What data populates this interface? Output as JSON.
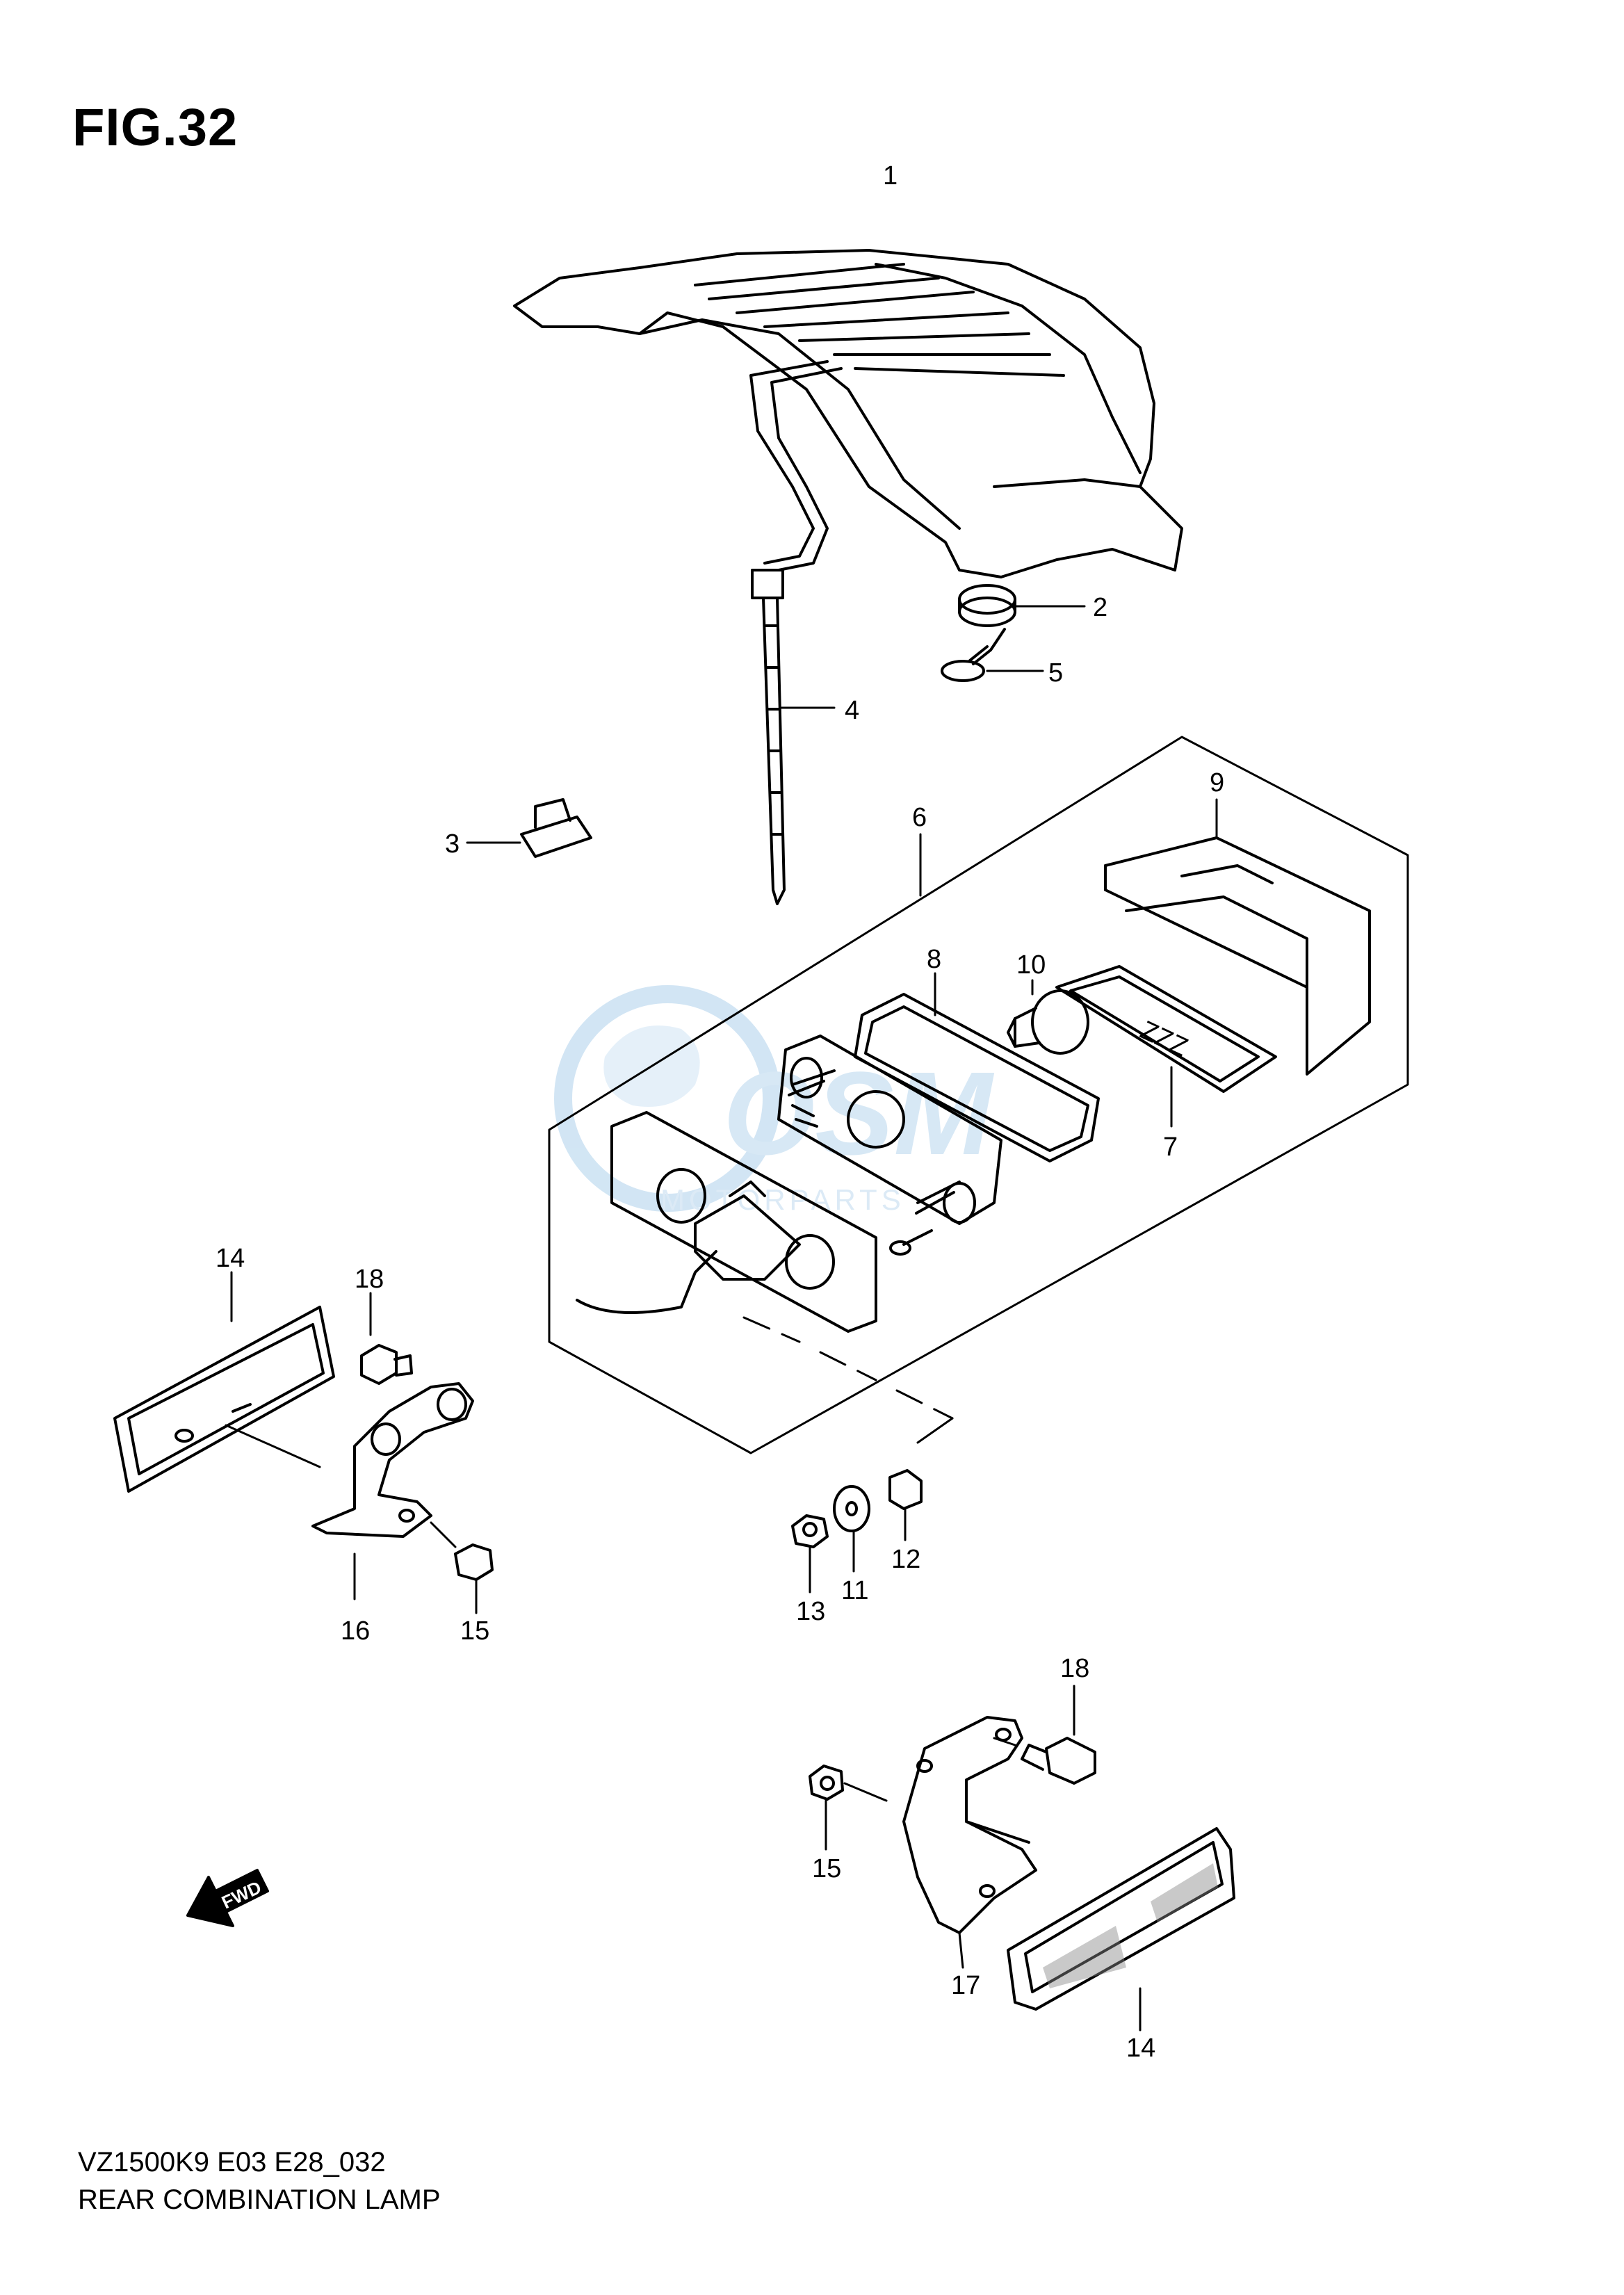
{
  "figure": {
    "title": "FIG.32",
    "model_code": "VZ1500K9 E03 E28_032",
    "caption": "REAR COMBINATION LAMP"
  },
  "watermark": {
    "text": "MOTORPARTS"
  },
  "fwd_label": "FWD",
  "callouts": [
    "1",
    "2",
    "3",
    "4",
    "5",
    "6",
    "7",
    "8",
    "9",
    "10",
    "11",
    "12",
    "13",
    "14",
    "15",
    "16",
    "17",
    "18",
    "14",
    "15",
    "18"
  ]
}
